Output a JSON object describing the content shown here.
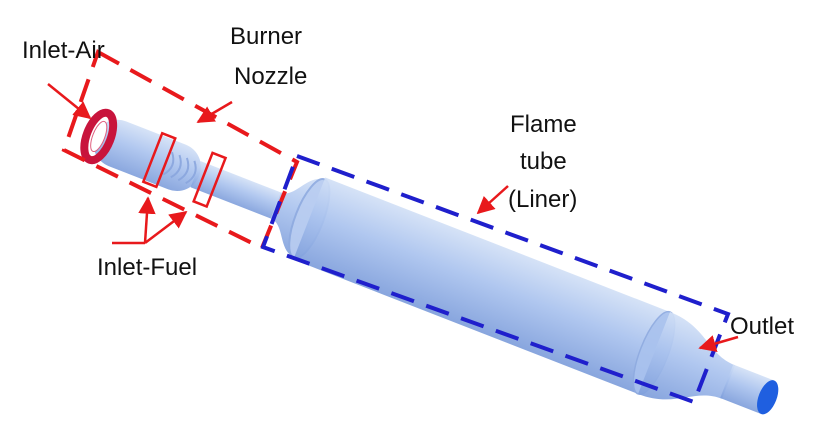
{
  "labels": {
    "inlet_air": "Inlet-Air",
    "burner": "Burner",
    "nozzle": "Nozzle",
    "flame": "Flame",
    "tube": "tube",
    "liner": "(Liner)",
    "inlet_fuel": "Inlet-Fuel",
    "outlet": "Outlet"
  },
  "colors": {
    "body_light": "#c8d8f2",
    "body_mid": "#9ab6ea",
    "body_dark": "#7f9fdc",
    "outlet_face": "#1f5fe0",
    "burner_box": "#e8191c",
    "liner_box": "#1f1fcc",
    "inlet_ring": "#c8143c",
    "arrow": "#e8191c"
  }
}
